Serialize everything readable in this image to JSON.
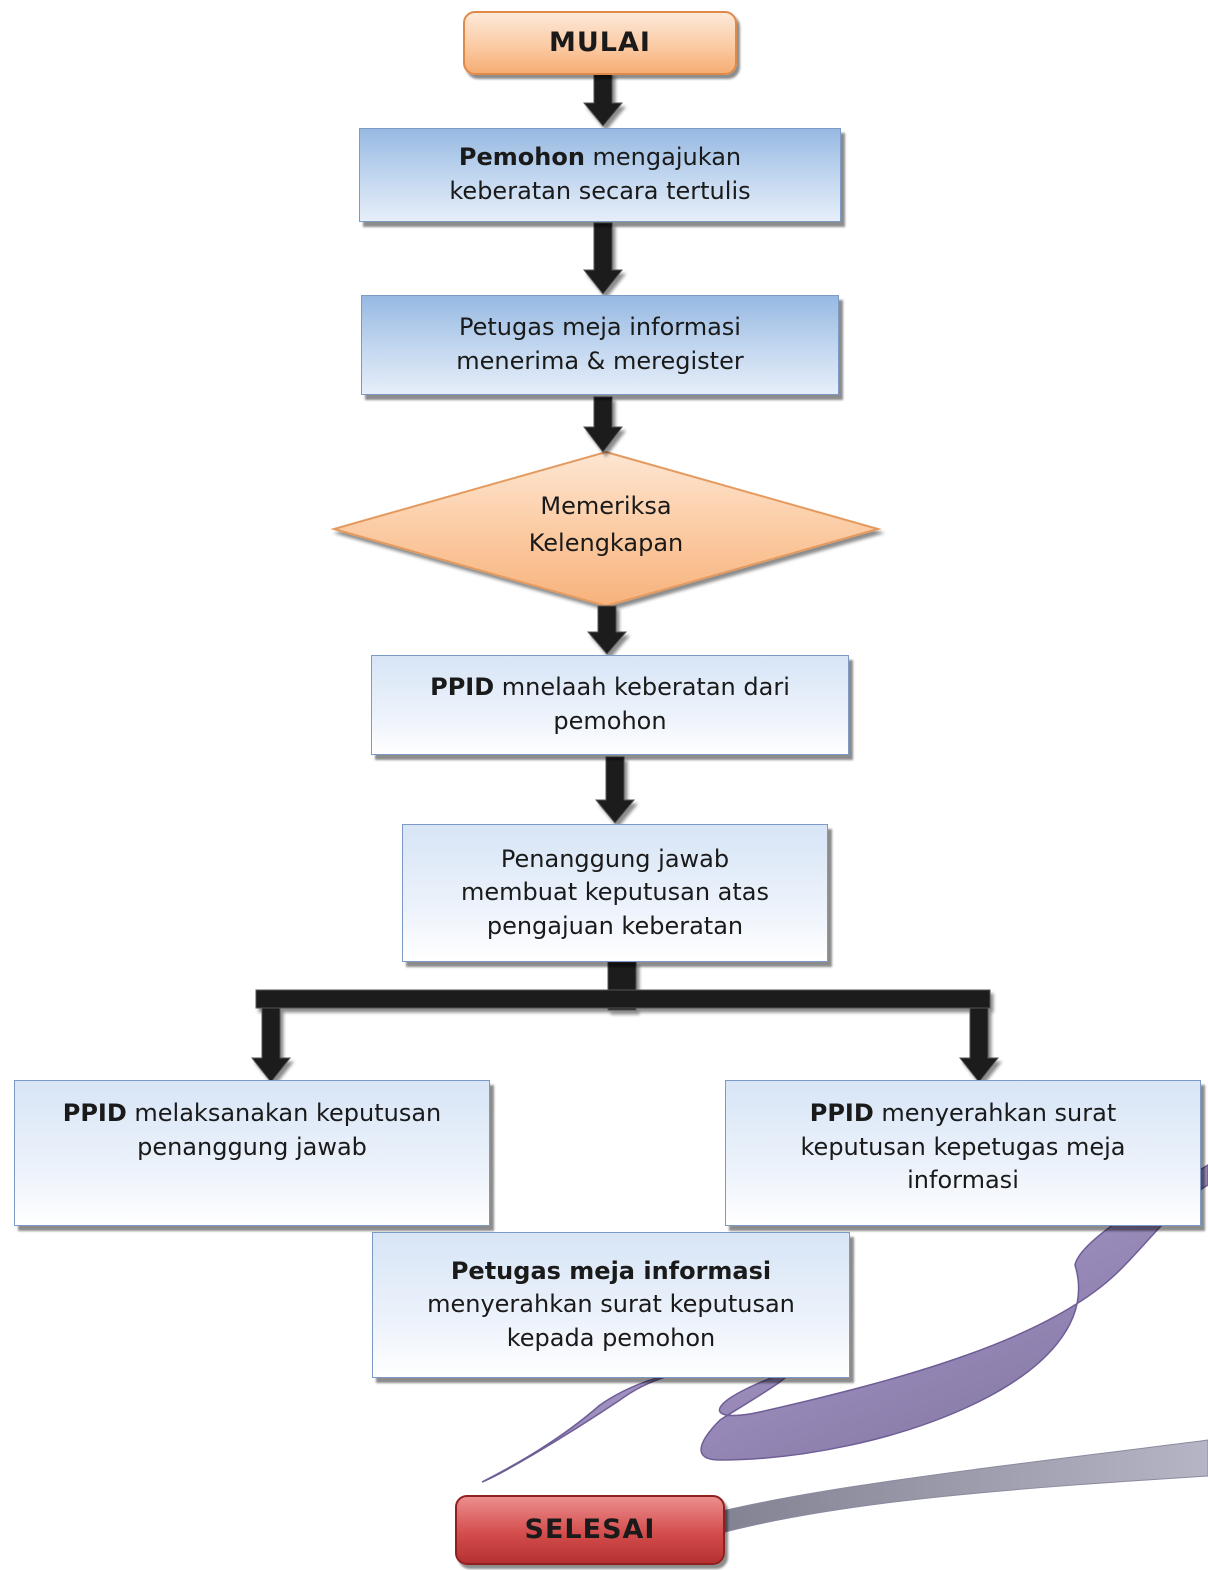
{
  "diagram": {
    "start": {
      "label": "MULAI"
    },
    "end": {
      "label": "SELESAI"
    },
    "step_submit": {
      "bold": "Pemohon",
      "rest": " mengajukan",
      "line2": "keberatan secara tertulis"
    },
    "step_register": {
      "line1": "Petugas meja informasi",
      "line2": "menerima & meregister"
    },
    "decision_check": {
      "line1": "Memeriksa",
      "line2": "Kelengkapan"
    },
    "step_review": {
      "bold": "PPID",
      "rest": " mnelaah keberatan dari",
      "line2": "pemohon"
    },
    "step_decide": {
      "line1": "Penanggung jawab",
      "line2": "membuat keputusan atas",
      "line3": "pengajuan keberatan"
    },
    "step_execute": {
      "bold": "PPID",
      "rest": " melaksanakan keputusan",
      "line2": "penanggung jawab"
    },
    "step_handover": {
      "bold": "PPID",
      "rest": " menyerahkan surat",
      "line2": "keputusan kepetugas meja",
      "line3": "informasi"
    },
    "step_deliver": {
      "line1": "Petugas meja informasi",
      "line2": "menyerahkan surat keputusan",
      "line3": "kepada pemohon"
    }
  },
  "colors": {
    "process_fill": "#c4d8f0",
    "process_border": "#7b9bc6",
    "start_fill": "#fbcba4",
    "end_fill": "#d44d4d",
    "decision_fill": "#fbcfa8",
    "arrow_fill": "#1a1a1a",
    "curved_arrow_fill": "#8e82a8"
  }
}
